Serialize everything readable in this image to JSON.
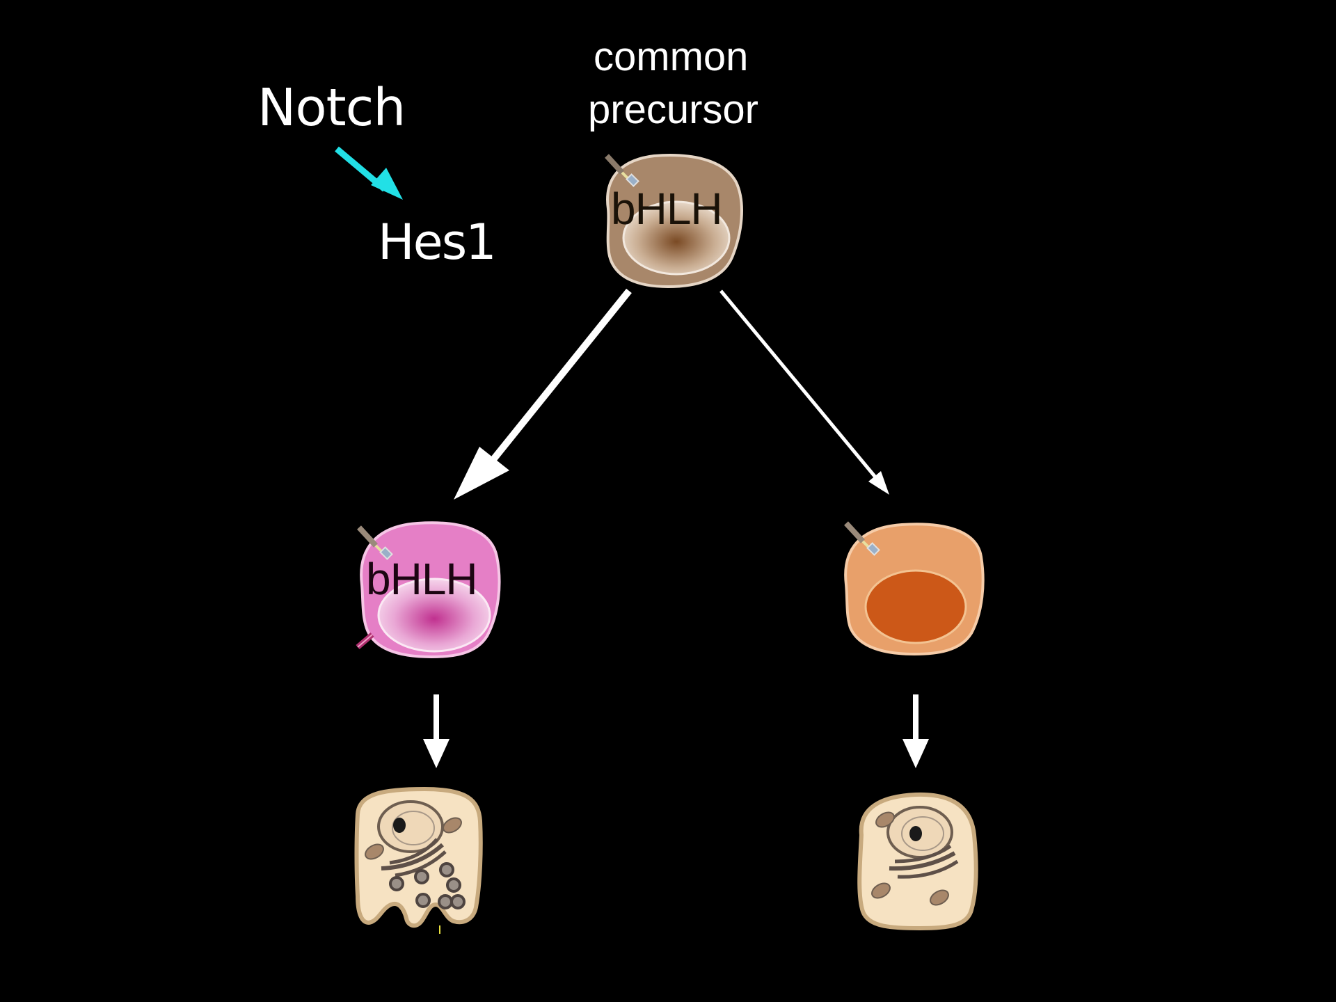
{
  "labels": {
    "notch": "Notch",
    "hes1": "Hes1",
    "precursor_line1": "common",
    "precursor_line2": "precursor",
    "bhlh_precursor": "bHLH",
    "bhlh_left_cell": "bHLH"
  },
  "colors": {
    "background": "#000000",
    "notch_arrow": "#22e0e6",
    "flow_arrows": "#ffffff",
    "precursor_cell": "#a8876a",
    "precursor_nucleus": "#7a4a24",
    "left_cell": "#e57fc6",
    "left_nucleus": "#c0308f",
    "right_cell": "#e8a06a",
    "right_nucleus": "#cc5818",
    "mature_cell": "#f6e2c2",
    "mature_cell_outline": "#c8aa7e",
    "organelle": "#6e5e50"
  }
}
